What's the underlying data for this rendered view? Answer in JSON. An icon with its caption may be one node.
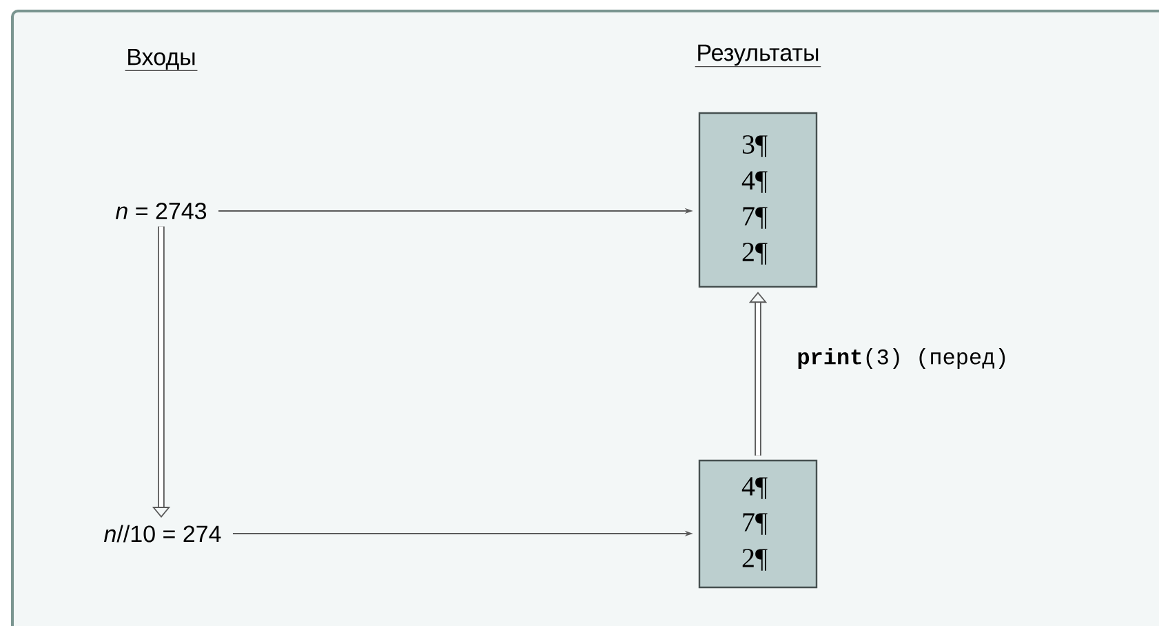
{
  "diagram": {
    "nodes": [
      {
        "text": [
          "*n* = 2743"
        ]
      },
      {
        "text": [
          "3¶ 4¶ 7¶ 2¶"
        ]
      },
      {
        "text": [
          "*n*//10 = 274"
        ]
      },
      {
        "text": [
          "4¶ 7¶ 2¶"
        ]
      }
    ],
    "edges": [
      {
        "from": 0,
        "to": 1,
        "arrow": "to"
      },
      {
        "from": 0,
        "to": 2,
        "arrow": "to",
        "style": "thick"
      },
      {
        "from": 3,
        "to": 1,
        "arrow": "to",
        "style": "thick",
        "label": "**print**(3) (перед)"
      },
      {
        "from": 2,
        "to": 3,
        "arrow": "to"
      }
    ],
    "labels": [
      "Входы",
      "Результаты"
    ]
  }
}
